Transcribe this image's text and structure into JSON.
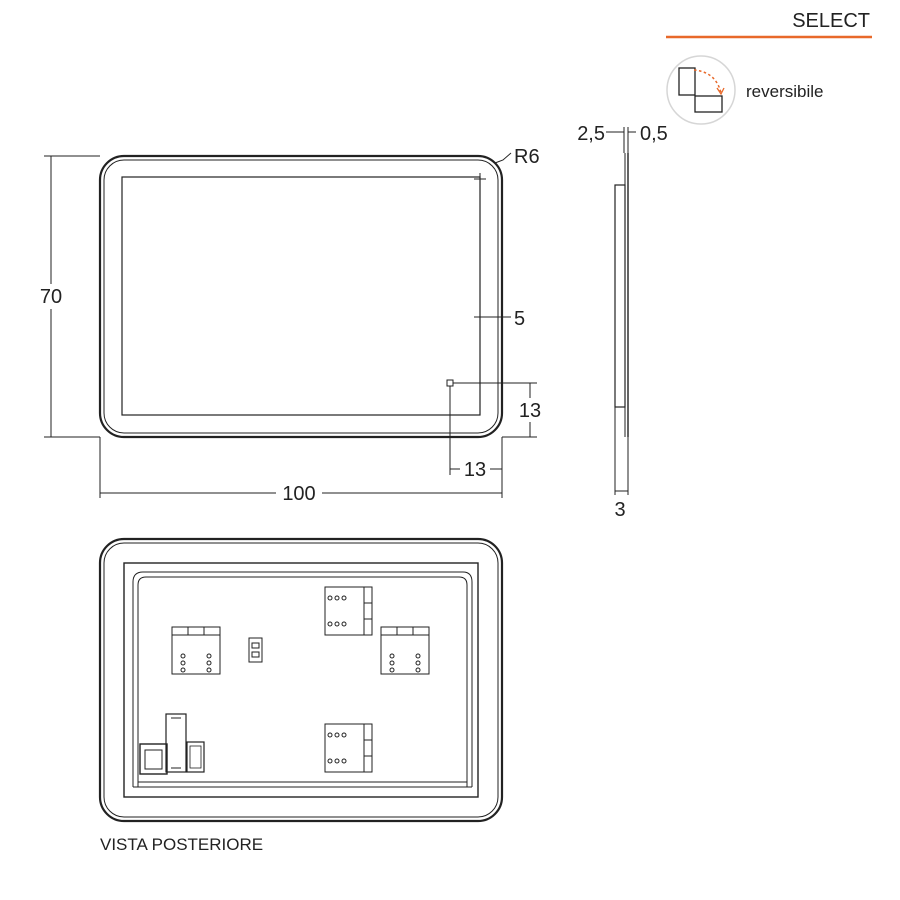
{
  "header": {
    "product_name": "SELECT",
    "accent_color": "#e8692a",
    "feature_icon": "reversible-mirror-icon",
    "feature_label": "reversibile"
  },
  "front_view": {
    "height_dim": "70",
    "width_dim": "100",
    "corner_radius_dim": "R6",
    "led_inset_dim": "5",
    "sensor_from_bottom_dim": "13",
    "sensor_from_right_dim": "13"
  },
  "side_view": {
    "thickness_top_left_dim": "2,5",
    "thickness_top_right_dim": "0,5",
    "total_depth_dim": "3"
  },
  "rear_view": {
    "caption": "VISTA POSTERIORE"
  }
}
